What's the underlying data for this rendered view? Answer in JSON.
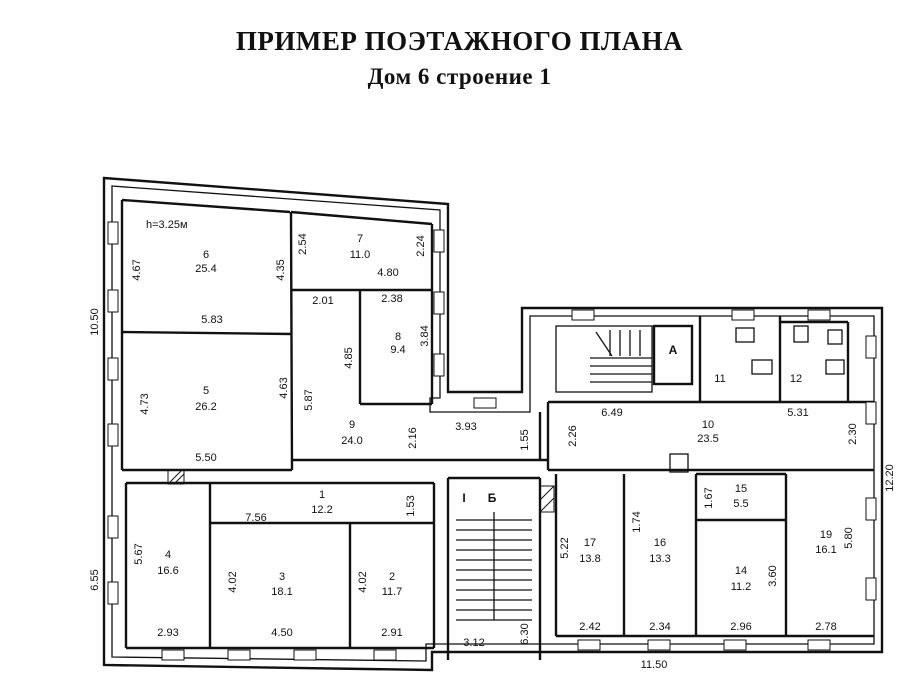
{
  "header": {
    "title": "ПРИМЕР ПОЭТАЖНОГО ПЛАНА",
    "subtitle": "Дом 6 строение 1"
  },
  "plan": {
    "height_note": "h=3.25м",
    "stair_a": "А",
    "stair_b": "Б",
    "entry_mark": "I",
    "rooms": {
      "r1": {
        "num": "1",
        "area": "12.2"
      },
      "r2": {
        "num": "2",
        "area": "11.7"
      },
      "r3": {
        "num": "3",
        "area": "18.1"
      },
      "r4": {
        "num": "4",
        "area": "16.6"
      },
      "r5": {
        "num": "5",
        "area": "26.2"
      },
      "r6": {
        "num": "6",
        "area": "25.4"
      },
      "r7": {
        "num": "7",
        "area": "11.0"
      },
      "r8": {
        "num": "8",
        "area": "9.4"
      },
      "r9": {
        "num": "9",
        "area": "24.0"
      },
      "r10": {
        "num": "10",
        "area": "23.5"
      },
      "r11": {
        "num": "11"
      },
      "r12": {
        "num": "12"
      },
      "r14": {
        "num": "14",
        "area": "11.2"
      },
      "r15": {
        "num": "15",
        "area": "5.5"
      },
      "r16": {
        "num": "16",
        "area": "13.3"
      },
      "r17": {
        "num": "17",
        "area": "13.8"
      },
      "r19": {
        "num": "19",
        "area": "16.1"
      }
    },
    "dims": {
      "d_10_50": "10.50",
      "d_6_55": "6.55",
      "d_12_20": "12.20",
      "d_11_50": "11.50",
      "d_4_67": "4.67",
      "d_4_35": "4.35",
      "d_5_83": "5.83",
      "d_2_54": "2.54",
      "d_2_24": "2.24",
      "d_4_80": "4.80",
      "d_2_01": "2.01",
      "d_2_38": "2.38",
      "d_3_84": "3.84",
      "d_4_85": "4.85",
      "d_4_73": "4.73",
      "d_4_63": "4.63",
      "d_5_87": "5.87",
      "d_5_50": "5.50",
      "d_2_16": "2.16",
      "d_3_93": "3.93",
      "d_1_55": "1.55",
      "d_6_49": "6.49",
      "d_5_31": "5.31",
      "d_2_26": "2.26",
      "d_2_30": "2.30",
      "d_7_56": "7.56",
      "d_1_53": "1.53",
      "d_5_67": "5.67",
      "d_4_02a": "4.02",
      "d_4_02b": "4.02",
      "d_2_93": "2.93",
      "d_4_50": "4.50",
      "d_2_91": "2.91",
      "d_3_12": "3.12",
      "d_6_30": "6.30",
      "d_5_22": "5.22",
      "d_1_74": "1.74",
      "d_1_67": "1.67",
      "d_3_60": "3.60",
      "d_5_80": "5.80",
      "d_2_42": "2.42",
      "d_2_34": "2.34",
      "d_2_96": "2.96",
      "d_2_78": "2.78"
    }
  }
}
